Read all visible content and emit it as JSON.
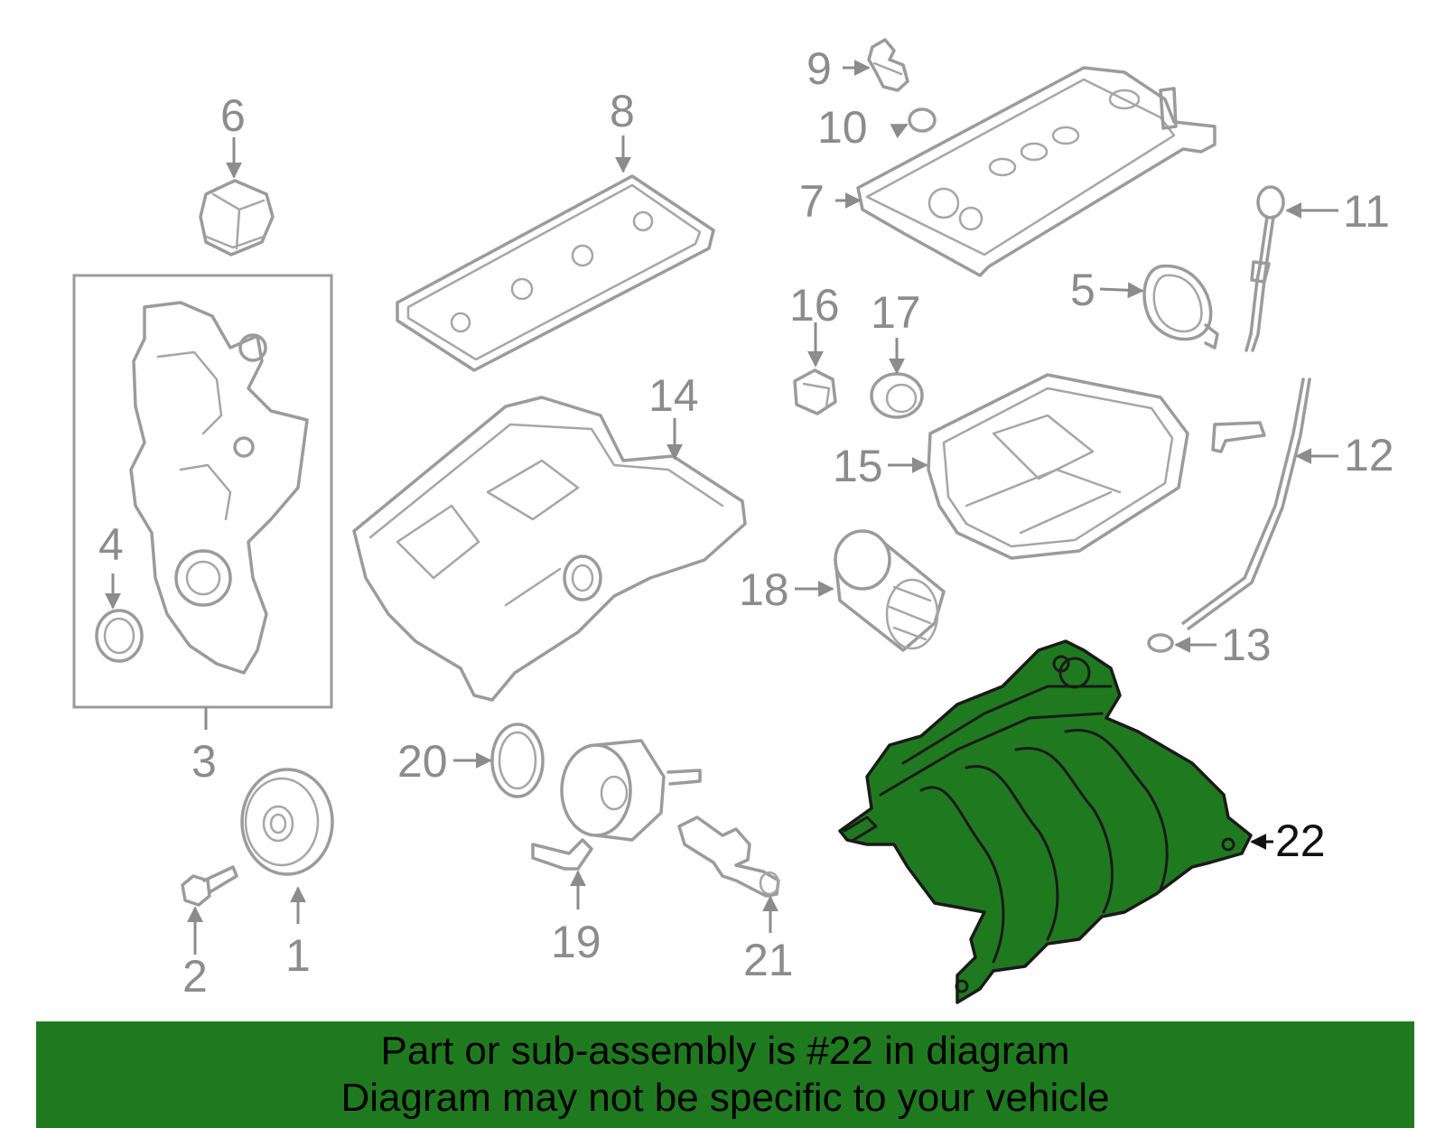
{
  "callouts": {
    "c1": "1",
    "c2": "2",
    "c3": "3",
    "c4": "4",
    "c5": "5",
    "c6": "6",
    "c7": "7",
    "c8": "8",
    "c9": "9",
    "c10": "10",
    "c11": "11",
    "c12": "12",
    "c13": "13",
    "c14": "14",
    "c15": "15",
    "c16": "16",
    "c17": "17",
    "c18": "18",
    "c19": "19",
    "c20": "20",
    "c21": "21",
    "c22": "22"
  },
  "highlight": {
    "part_number": "22",
    "color": "#1f7a1f"
  },
  "banner": {
    "line1": "Part or sub-assembly is #22 in diagram",
    "line2": "Diagram may not be specific to your vehicle",
    "background": "#1f7a1f"
  },
  "colors": {
    "part_outline": "#9b9b9b",
    "label": "#8c8c8c"
  }
}
